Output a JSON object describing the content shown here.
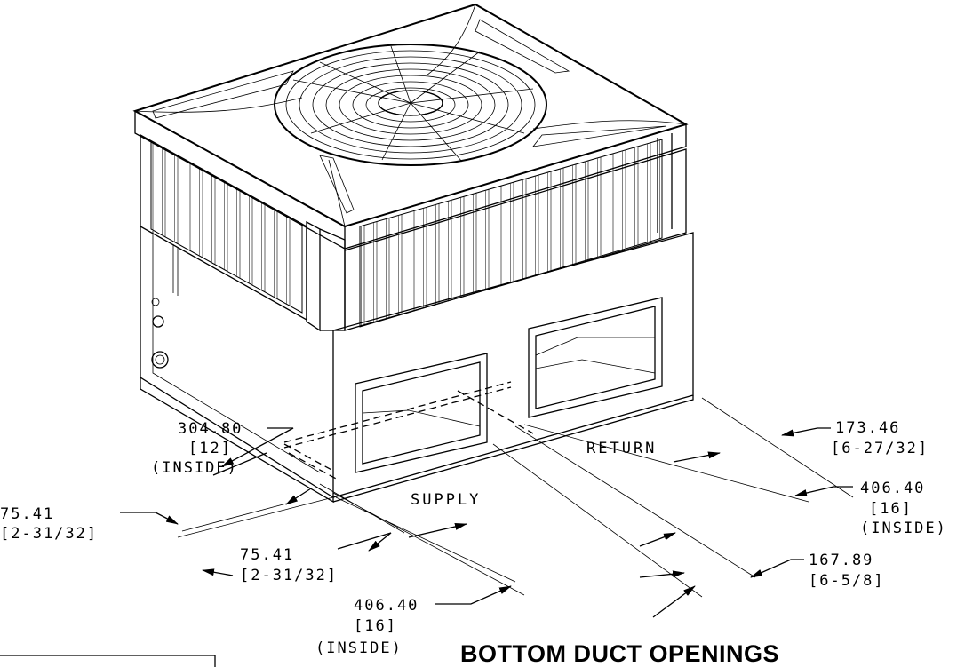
{
  "title": "BOTTOM DUCT OPENINGS",
  "labels": {
    "supply": "SUPPLY",
    "return": "RETURN"
  },
  "dimensions": {
    "d_304": {
      "mm": "304.80",
      "in": "[12]",
      "note": "(INSIDE)"
    },
    "d_75_left": {
      "mm": "75.41",
      "in": "[2-31/32]"
    },
    "d_75_center": {
      "mm": "75.41",
      "in": "[2-31/32]"
    },
    "d_406_bottom": {
      "mm": "406.40",
      "in": "[16]",
      "note": "(INSIDE)"
    },
    "d_173": {
      "mm": "173.46",
      "in": "[6-27/32]"
    },
    "d_406_right": {
      "mm": "406.40",
      "in": "[16]",
      "note": "(INSIDE)"
    },
    "d_167": {
      "mm": "167.89",
      "in": "[6-5/8]"
    }
  }
}
